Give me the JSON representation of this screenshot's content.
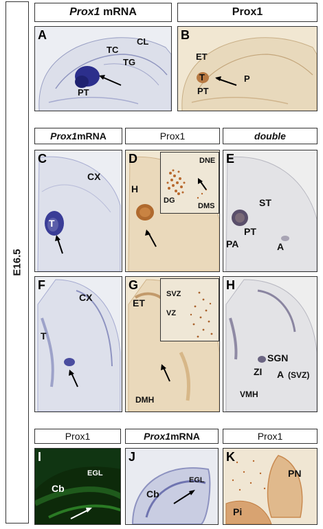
{
  "sidebar": {
    "label": "E16.5"
  },
  "row1": {
    "headers": [
      {
        "italic": "Prox1",
        "rest": " mRNA"
      },
      {
        "plain": "Prox1"
      }
    ],
    "panel_a": {
      "letter": "A",
      "labels": [
        "CL",
        "TC",
        "TG",
        "PT"
      ]
    },
    "panel_b": {
      "letter": "B",
      "labels": [
        "ET",
        "T",
        "P",
        "PT"
      ]
    }
  },
  "row2": {
    "headers": [
      {
        "italic": "Prox1",
        "rest": " mRNA"
      },
      {
        "plain": "Prox1"
      },
      {
        "italic_only": "double"
      }
    ],
    "panel_c": {
      "letter": "C",
      "labels": [
        "CX",
        "T"
      ]
    },
    "panel_d": {
      "letter": "D",
      "labels": [
        "H"
      ],
      "inset_labels": [
        "DNE",
        "DG",
        "DMS"
      ]
    },
    "panel_e": {
      "letter": "E",
      "labels": [
        "ST",
        "PT",
        "PA",
        "A"
      ]
    }
  },
  "row3": {
    "panel_f": {
      "letter": "F",
      "labels": [
        "CX",
        "T"
      ]
    },
    "panel_g": {
      "letter": "G",
      "labels": [
        "ET",
        "DMH"
      ],
      "inset_labels": [
        "SVZ",
        "VZ"
      ]
    },
    "panel_h": {
      "letter": "H",
      "labels": [
        "SGN",
        "ZI",
        "A",
        "(SVZ)",
        "VMH"
      ]
    }
  },
  "row4": {
    "headers": [
      {
        "plain": "Prox1"
      },
      {
        "italic": "Prox1",
        "rest": " mRNA"
      },
      {
        "plain": "Prox1"
      }
    ],
    "panel_i": {
      "letter": "I",
      "labels": [
        "Cb",
        "EGL"
      ]
    },
    "panel_j": {
      "letter": "J",
      "labels": [
        "Cb",
        "EGL"
      ]
    },
    "panel_k": {
      "letter": "K",
      "labels": [
        "PN",
        "Pi"
      ]
    }
  },
  "colors": {
    "ish_background": "#e9ebf1",
    "ish_signal": "#2c2f8c",
    "ihc_background": "#efe4cf",
    "ihc_signal": "#b07035",
    "fluorescence_background": "#0d2a0a",
    "fluorescence_signal": "#3fbf3a"
  }
}
